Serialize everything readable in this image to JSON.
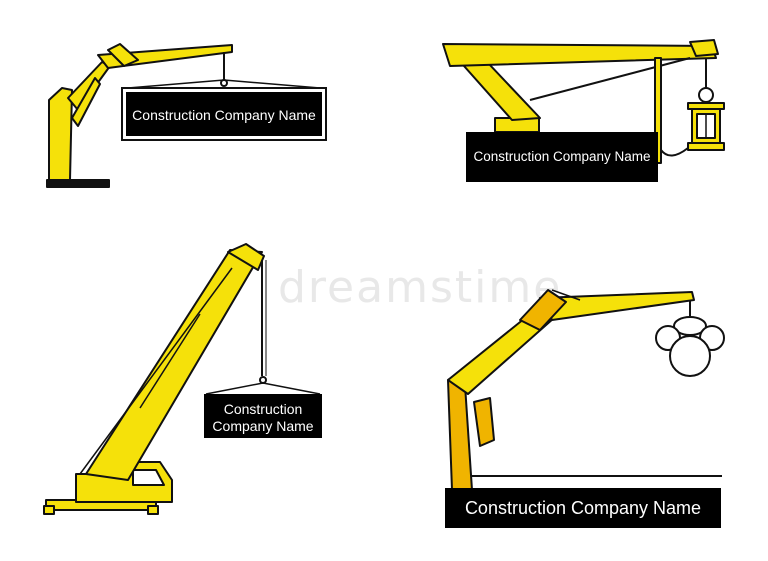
{
  "colors": {
    "crane_yellow": "#f5e10a",
    "crane_orange": "#f0b400",
    "outline": "#111111",
    "sign_fill": "#000000",
    "sign_text": "#ffffff",
    "watermark": "#e8e8e8"
  },
  "logos": [
    {
      "id": "top-left",
      "icon": "jib-crane-icon",
      "sign_lines": [
        "Construction Company Name"
      ]
    },
    {
      "id": "top-right",
      "icon": "boom-crane-with-lantern-icon",
      "sign_lines": [
        "Construction Company Name"
      ]
    },
    {
      "id": "bottom-left",
      "icon": "mobile-crane-icon",
      "sign_lines": [
        "Construction",
        "Company Name"
      ]
    },
    {
      "id": "bottom-right",
      "icon": "knuckle-crane-with-grapple-icon",
      "sign_lines": [
        "Construction Company Name"
      ]
    }
  ],
  "watermark": "dreamstime"
}
